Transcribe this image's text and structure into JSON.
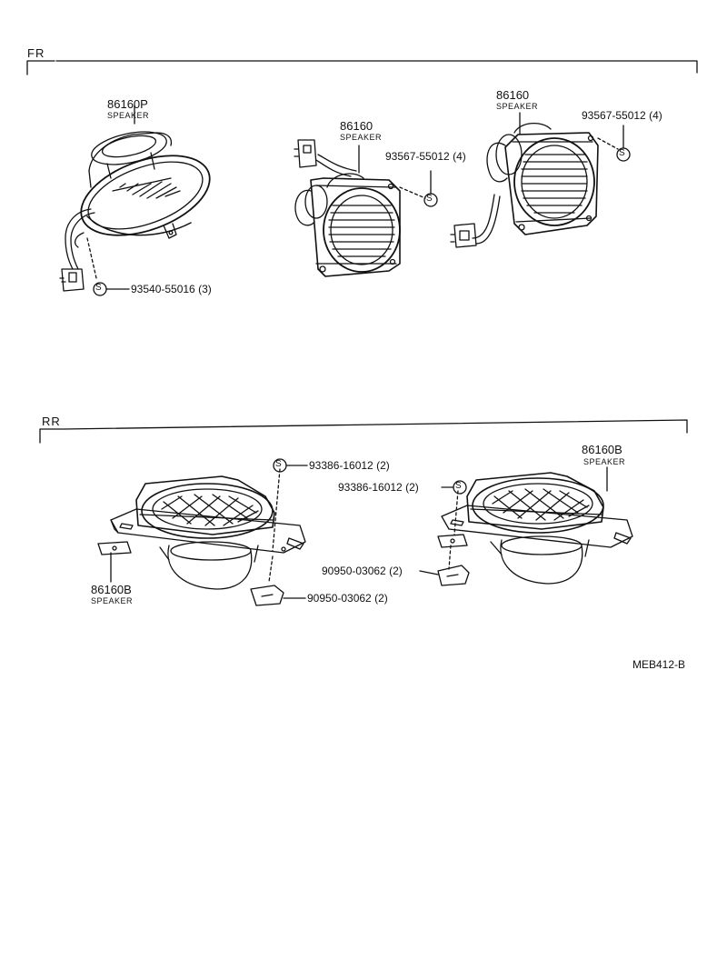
{
  "sections": {
    "front": "FR",
    "rear": "RR"
  },
  "front": {
    "left": {
      "part_no": "86160P",
      "name": "SPEAKER",
      "screw": "93540-55016 (3)"
    },
    "center": {
      "part_no": "86160",
      "name": "SPEAKER",
      "screw": "93567-55012 (4)"
    },
    "right": {
      "part_no": "86160",
      "name": "SPEAKER",
      "screw": "93567-55012 (4)"
    }
  },
  "rear": {
    "left": {
      "part_no": "86160B",
      "name": "SPEAKER",
      "screw": "93386-16012 (2)",
      "nut": "90950-03062 (2)"
    },
    "right": {
      "part_no": "86160B",
      "name": "SPEAKER",
      "screw": "93386-16012 (2)",
      "nut": "90950-03062 (2)"
    }
  },
  "screw_symbol": "S",
  "diagram_code": "MEB412-B"
}
